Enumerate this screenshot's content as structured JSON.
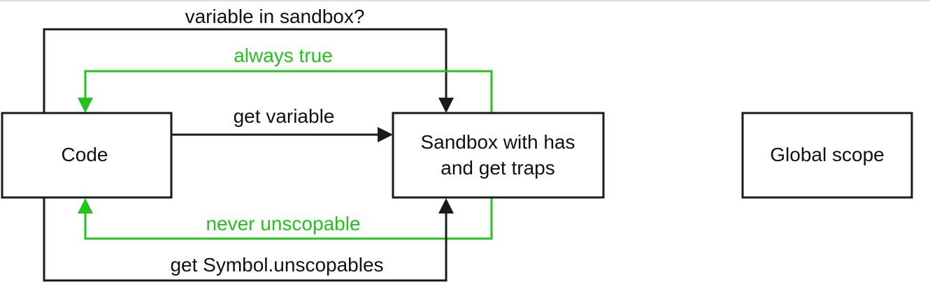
{
  "nodes": {
    "code": "Code",
    "sandbox_line1": "Sandbox with has",
    "sandbox_line2": "and get traps",
    "global": "Global scope"
  },
  "edges": {
    "variable_in_sandbox": "variable in sandbox?",
    "always_true": "always true",
    "get_variable": "get variable",
    "never_unscopable": "never unscopable",
    "get_symbol_unscopables": "get Symbol.unscopables"
  },
  "colors": {
    "black": "#1a1a1a",
    "green": "#22c31a"
  }
}
